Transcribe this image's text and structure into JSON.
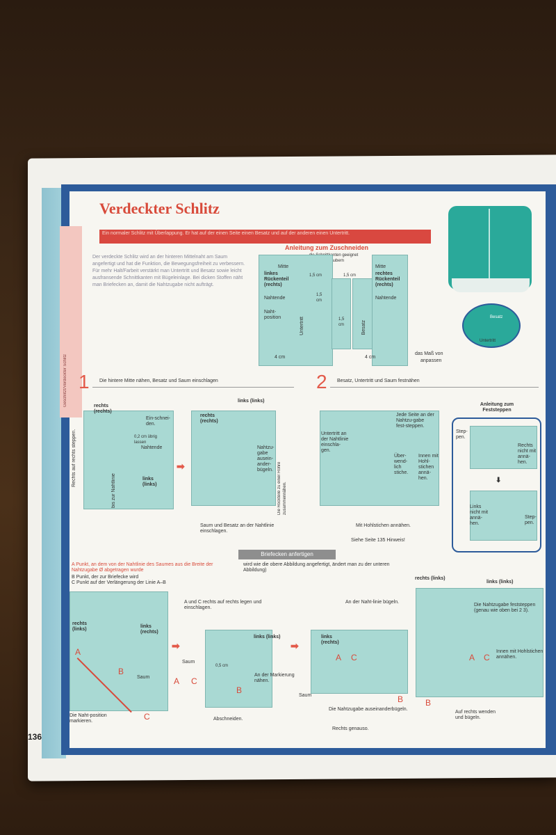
{
  "page": {
    "title": "Verdeckter Schlitz",
    "subtitle": "Ein normaler Schlitz mit Überlappung. Er hat auf der einen Seite einen Besatz und auf der anderen einen Untertritt.",
    "side_tab": "Geschlitzt/Verdeckter Schlitz",
    "intro": "Der verdeckte Schlitz wird an der hinteren Mittelnaht am Saum angefertigt und hat die Funktion, die Bewegungsfreiheit zu verbessern. Für mehr Halt/Farbeit verstärkt man Untertritt und Besatz sowie leicht ausfransende Schnittkanten mit Bügeleinlage. Bei dicken Stoffen näht man Briefecken an, damit die Nahtzugabe nicht aufträgt.",
    "page_number": "136"
  },
  "cutting": {
    "heading": "Anleitung zum Zuschneiden",
    "note_top": "die Schnittkanten geeignet versäubern",
    "left_mitte": "Mitte",
    "left_part": "linkes Rückenteil (rechts)",
    "right_mitte": "Mitte",
    "right_part": "rechtes Rückenteil (rechts)",
    "dim1": "1,5 cm",
    "dim2": "1,5 cm",
    "dim3": "1,5 cm",
    "dim4": "1,5 cm",
    "nahtende_l": "Nahtende",
    "nahtende_r": "Nahtende",
    "naht_position": "Naht-position",
    "untertritt": "Untertritt",
    "besatz": "Besatz",
    "four_cm_l": "4 cm",
    "four_cm_r": "4 cm",
    "mass": "das Maß von",
    "anpassen": "anpassen"
  },
  "top_right": {
    "untertritt": "Untertritt",
    "besatz": "Besatz"
  },
  "step1": {
    "num": "1",
    "heading": "Die hintere Mitte nähen, Besatz und Saum einschlagen",
    "rechts": "rechts (rechts)",
    "einschneiden": "Ein-schnei-den.",
    "uebrig": "0,2 cm übrig lassen",
    "nahtende": "Nahtende",
    "vertical1": "Rechts auf rechts steppen.",
    "bis": "bis zur Nahtlinie",
    "links1": "links (links)",
    "links2": "links (links)",
    "rechts2": "rechts (rechts)",
    "nahtzugabe": "Nahtzu-gabe ausein-ander-bügeln.",
    "rockteile": "Die Rockteile zu einer Röhre zusammennähen.",
    "saum": "Saum und Besatz an der Nahtlinie einschlagen."
  },
  "step2": {
    "num": "2",
    "heading": "Besatz, Untertritt und Saum festnähen",
    "untertritt": "Untertritt an der Nahtlinie einschla-gen.",
    "jede": "Jede Seite an der Nahtzu-gabe fest-steppen.",
    "ueber": "Über-wend-lich stiche.",
    "innen": "Innen mit Hohl-stichen annä-hen.",
    "hohl": "Mit Hohlstichen annähen.",
    "hinweis": "Siehe Seite 135 Hinweis!",
    "fest_heading": "Anleitung zum Feststeppen",
    "steppen": "Step-pen.",
    "rechts_nicht": "Rechts nicht mit annä-hen.",
    "links_nicht": "Links nicht mit annä-hen.",
    "steppen2": "Step-pen."
  },
  "brief": {
    "heading": "Briefecken anfertigen",
    "legend_a": "A Punkt, an dem von der Nahtlinie des Saumes aus die Breite der Nahtzugabe Ø abgetragen wurde",
    "legend_b": "B Punkt, der zur Briefecke wird",
    "legend_c": "C Punkt auf der Verlängerung der Linie A–B",
    "legend_note": "wird wie die obere Abbildung angefertigt, ändert man zu der unteren Abbildung)",
    "rechts_links": "rechts (links)",
    "links_rechts": "links (rechts)",
    "A": "A",
    "B": "B",
    "C": "C",
    "saum": "Saum",
    "step1": "Die Naht-position markieren.",
    "step2": "A und C rechts auf rechts legen und einschlagen.",
    "step3": "An der Markierung nähen.",
    "step4": "Abschneiden.",
    "dim": "0,5 cm",
    "step5": "An der Naht-linie bügeln.",
    "step6": "Die Nahtzugabe auseinanderbügeln.",
    "rechts_genau": "Rechts genauso.",
    "links_links": "links (links)",
    "rechts_links2": "rechts (links)",
    "step8": "Die Nahtzugabe feststeppen (genau wie oben bei 2 3).",
    "step9": "Innen mit Hohlstichen annähen.",
    "step7": "Auf rechts wenden und bügeln."
  }
}
